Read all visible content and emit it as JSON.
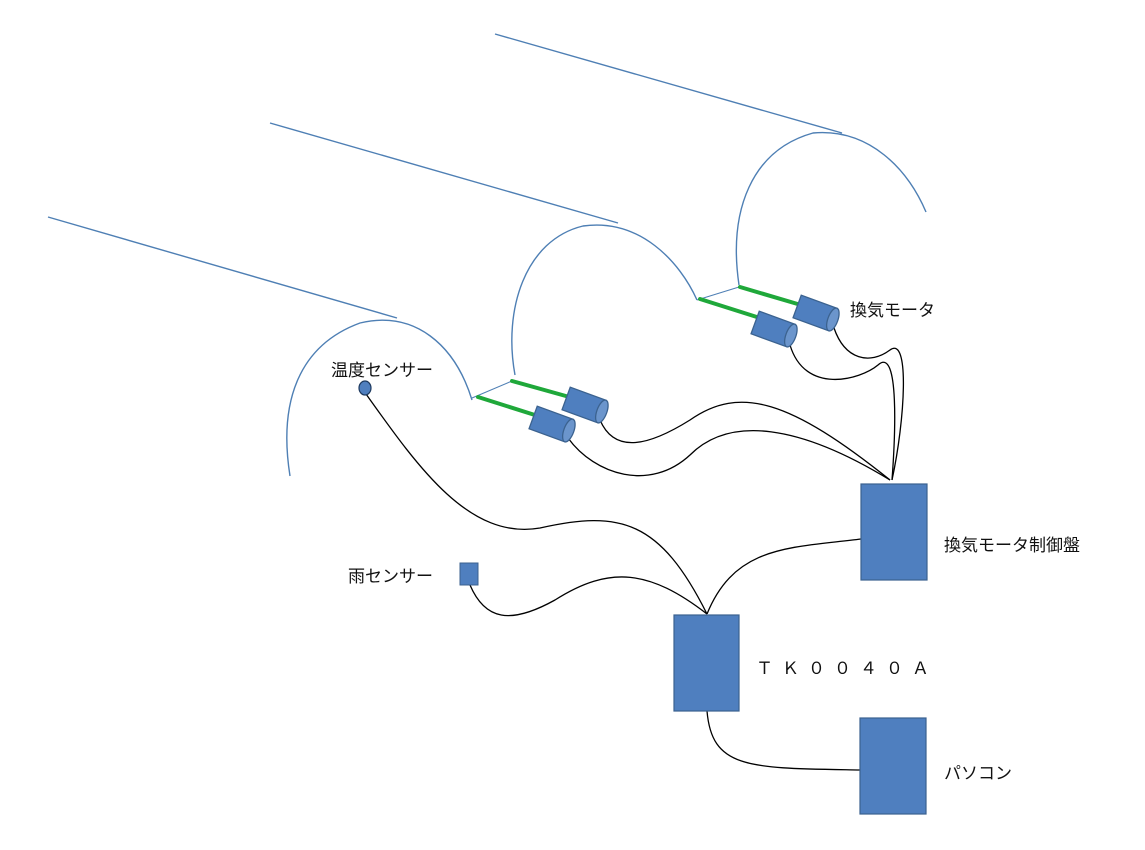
{
  "labels": {
    "vent_motor": "換気モータ",
    "temp_sensor": "温度センサー",
    "vent_motor_panel": "換気モータ制御盤",
    "rain_sensor": "雨センサー",
    "controller": "ＴＫ００４０Ａ",
    "pc": "パソコン"
  },
  "colors": {
    "greenhouse_outline": "#4e7fb4",
    "device_fill": "#4f7fbf",
    "device_stroke": "#3b628f",
    "shaft": "#1fa83a",
    "cable": "#000000"
  },
  "icons": {
    "temp_sensor": "circle-sensor-icon",
    "rain_sensor": "square-sensor-icon",
    "motor": "cylinder-motor-icon"
  }
}
